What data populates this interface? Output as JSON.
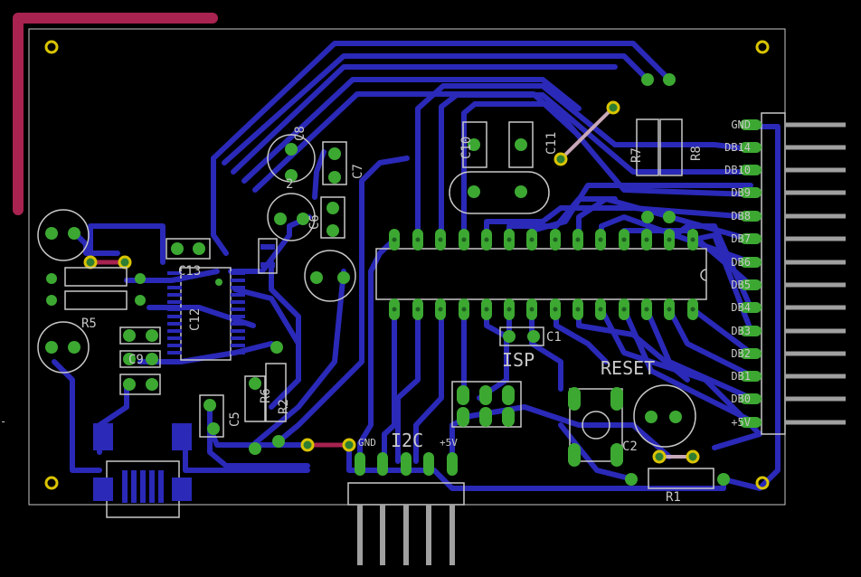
{
  "colors": {
    "background": "#000000",
    "outline": "#c8c8c8",
    "trace_bottom": "#2a29b8",
    "trace_top": "#a8234f",
    "pad": "#3ca832",
    "drill": "#2e7d32",
    "via_ring": "#d9c400",
    "silk": "#c8c8c8",
    "airwire": "#c8a8b8",
    "header_pin": "#a0a0a0"
  },
  "labels": {
    "c8": "C8",
    "c7": "C7",
    "c10": "C10",
    "c11": "C11",
    "r7": "R7",
    "r8": "R8",
    "c13": "C13",
    "c12": "C12",
    "r5": "R5",
    "c9": "C9",
    "c5": "C5",
    "r6": "R6",
    "r2": "R2",
    "c1": "C1",
    "isp": "ISP",
    "reset": "RESET",
    "c2": "C2",
    "r1": "R1",
    "i2c": "I2C",
    "gnd_i2c": "GND",
    "v5_i2c": "+5V",
    "c6": "C6",
    "q2": "2"
  },
  "connector_labels": [
    "GND",
    "DB14",
    "DB10",
    "DB9",
    "DB8",
    "DB7",
    "DB6",
    "DB5",
    "DB4",
    "DB3",
    "DB2",
    "DB1",
    "DB0",
    "+5V"
  ]
}
